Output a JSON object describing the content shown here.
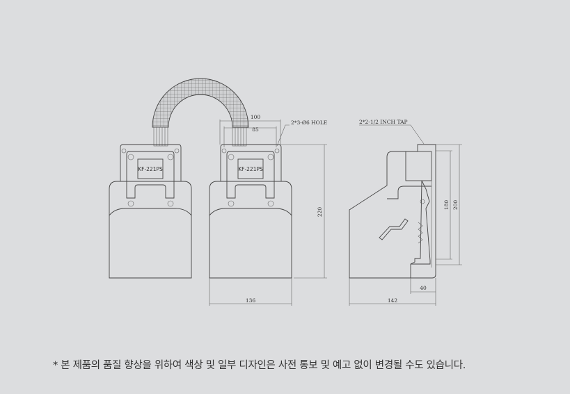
{
  "drawing": {
    "model_label_left": "KF-221PS",
    "model_label_right": "KF-221PS",
    "hole_callout": "2*3-Ø6 HOLE",
    "tap_callout": "2*2-1/2 INCH TAP",
    "dimensions": {
      "d100": "100",
      "d85": "85",
      "d220": "220",
      "d136": "136",
      "d180": "180",
      "d200": "200",
      "d40": "40",
      "d142": "142"
    }
  },
  "footnote": "* 본 제품의 품질 향상을 위하여 색상 및 일부 디자인은 사전 통보 및 예고 없이 변경될 수도 있습니다."
}
